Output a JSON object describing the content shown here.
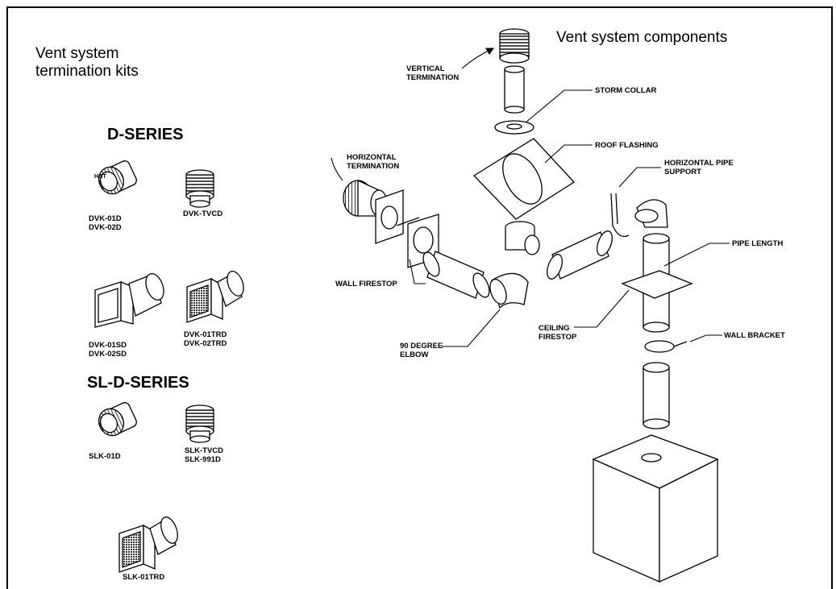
{
  "titles": {
    "kits": "Vent system\ntermination kits",
    "components": "Vent system components"
  },
  "series": {
    "d_series": "D-SERIES",
    "sl_d_series": "SL-D-SERIES"
  },
  "kits": {
    "dvk_01d_02d": "DVK-01D\nDVK-02D",
    "dvk_tvcd": "DVK-TVCD",
    "dvk_01sd_02sd": "DVK-01SD\nDVK-02SD",
    "dvk_01trd_02trd": "DVK-01TRD\nDVK-02TRD",
    "slk_01d": "SLK-01D",
    "slk_tvcd_991d": "SLK-TVCD\nSLK-991D",
    "slk_01trd": "SLK-01TRD",
    "cap_marking": "HOT"
  },
  "components": {
    "vertical_termination": "VERTICAL\nTERMINATION",
    "storm_collar": "STORM COLLAR",
    "roof_flashing": "ROOF FLASHING",
    "horizontal_termination": "HORIZONTAL\nTERMINATION",
    "horizontal_pipe_support": "HORIZONTAL PIPE\nSUPPORT",
    "pipe_length": "PIPE LENGTH",
    "wall_firestop": "WALL FIRESTOP",
    "ceiling_firestop": "CEILING\nFIRESTOP",
    "wall_bracket": "WALL BRACKET",
    "elbow_90": "90 DEGREE\nELBOW"
  },
  "colors": {
    "line": "#000000",
    "background": "#ffffff",
    "shade": "#9a9a9a"
  }
}
